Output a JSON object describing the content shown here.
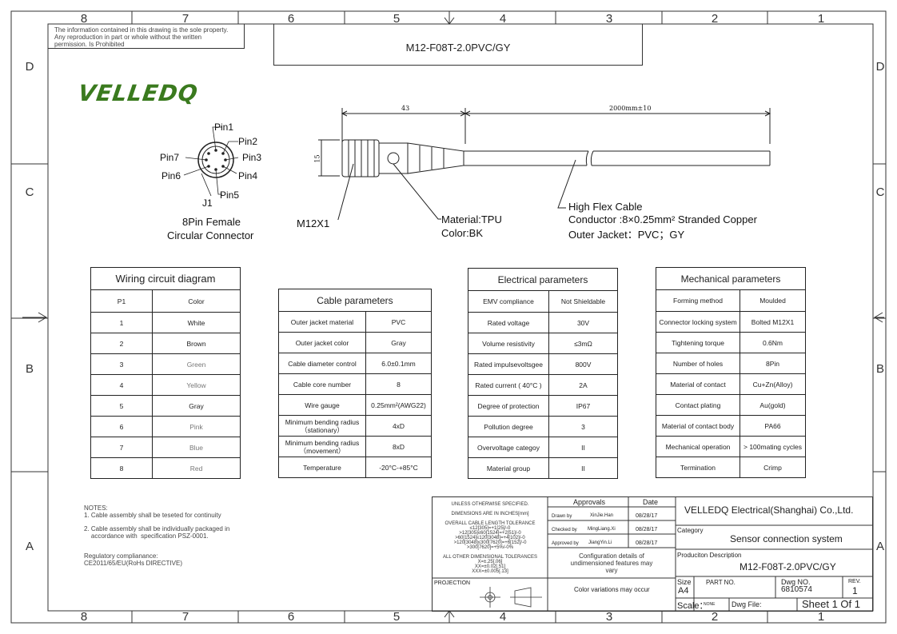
{
  "border": {
    "columns": [
      "8",
      "7",
      "6",
      "5",
      "4",
      "3",
      "2",
      "1"
    ],
    "rows": [
      "D",
      "C",
      "B",
      "A"
    ]
  },
  "notice": "The information contained in this drawing is the sole property.  Any reproduction in part or whole without the written permission. Is Prohibited",
  "part_title": "M12-F08T-2.0PVC/GY",
  "logo_text": "VELLEDQ",
  "connector": {
    "pins": [
      "Pin1",
      "Pin2",
      "Pin3",
      "Pin4",
      "Pin5",
      "Pin6",
      "Pin7"
    ],
    "ref": "J1",
    "caption_line1": "8Pin Female",
    "caption_line2": "Circular Connector"
  },
  "drawing": {
    "dim_length": "43",
    "dim_cable": "2000mm±10",
    "dim_height": "15",
    "label_connector": "M12X1",
    "label_material": "Material:TPU",
    "label_color": "Color:BK",
    "cable_title": "High Flex Cable",
    "cable_conductor": "Conductor :8×0.25mm² Stranded Copper",
    "cable_jacket": "Outer Jacket：PVC；GY"
  },
  "wiring": {
    "title": "Wiring circuit diagram",
    "headers": [
      "P1",
      "Color"
    ],
    "rows": [
      [
        "1",
        "White"
      ],
      [
        "2",
        "Brown"
      ],
      [
        "3",
        "Green"
      ],
      [
        "4",
        "Yellow"
      ],
      [
        "5",
        "Gray"
      ],
      [
        "6",
        "Pink"
      ],
      [
        "7",
        "Blue"
      ],
      [
        "8",
        "Red"
      ]
    ]
  },
  "cable_params": {
    "title": "Cable parameters",
    "rows": [
      [
        "Outer jacket material",
        "PVC"
      ],
      [
        "Outer jacket color",
        "Gray"
      ],
      [
        "Cable diameter control",
        "6.0±0.1mm"
      ],
      [
        "Cable core number",
        "8"
      ],
      [
        "Wire gauge",
        "0.25mm²(AWG22)"
      ],
      [
        "Minimum bending radius（stationary）",
        "4xD"
      ],
      [
        "Minimum bending radius（movement）",
        "8xD"
      ],
      [
        "Temperature",
        "-20°C-+85°C"
      ]
    ]
  },
  "electrical": {
    "title": "Electrical parameters",
    "rows": [
      [
        "EMV compliance",
        "Not Shieldable"
      ],
      [
        "Rated voltage",
        "30V"
      ],
      [
        "Volume resistivity",
        "≤3mΩ"
      ],
      [
        "Rated impulsevoltsgee",
        "800V"
      ],
      [
        "Rated current ( 40°C )",
        "2A"
      ],
      [
        "Degree of protection",
        "IP67"
      ],
      [
        "Pollution degree",
        "3"
      ],
      [
        "Overvoltage categoy",
        "II"
      ],
      [
        "Material group",
        "II"
      ]
    ]
  },
  "mechanical": {
    "title": "Mechanical parameters",
    "rows": [
      [
        "Forming method",
        "Moulded"
      ],
      [
        "Connector locking system",
        "Bolted M12X1"
      ],
      [
        "Tightening torque",
        "0.6Nm"
      ],
      [
        "Number of holes",
        "8Pin"
      ],
      [
        "Material of contact",
        "Cu+Zn(Alloy)"
      ],
      [
        "Contact plating",
        "Au(gold)"
      ],
      [
        "Material of contact body",
        "PA66"
      ],
      [
        "Mechanical operation",
        "> 100mating cycles"
      ],
      [
        "Termination",
        "Crimp"
      ]
    ]
  },
  "notes": {
    "heading": "NOTES:",
    "lines": [
      "1. Cable assembly shall be teseted for continuity",
      "2. Cable assembly shall be individually packaged in",
      "    accordance with  specification PSZ-0001."
    ],
    "regulatory_heading": "Regulatory complianance:",
    "regulatory": "CE2011/65/EU(RoHs DIRECTIVE)"
  },
  "title_block": {
    "unless": "UNLESS OTHERWISE SPECIFIED.",
    "dimensions": "DIMENSIONS ARE IN INCHES[mm]",
    "tolerance_heading": "OVERALL CABLE LENGTH TOLERANCE",
    "tolerance_lines": [
      "≤12[305]=+1[25]/-0",
      ">12[305]≤60[1524]=+2[51]/-0",
      ">60[1524]≤120[3048]=+4[102]/-0",
      ">120[3048]≤300[7620]=+6[152]/-0",
      ">300[7620]=+5%/-0%"
    ],
    "other_tol_heading": "ALL OTHER DIMENSIONAL TOLERANCES",
    "other_tol_lines": [
      "X=±.25[.06]",
      "XX=±0.02[.51]",
      "XXX=±0.005[.13]"
    ],
    "projection": "PROJECTION",
    "approvals": "Approvals",
    "date": "Date",
    "approval_rows": [
      [
        "Drawn by",
        "XinJie.Han",
        "08/28/17"
      ],
      [
        "Checked by",
        "MingLiang.Xi",
        "08/28/17"
      ],
      [
        "Approved by",
        "JiangYin.Li",
        "08/28/17"
      ]
    ],
    "config_note": "Configuration details of undimensioned features may vary",
    "color_note": "Color variations may occur",
    "company": "VELLEDQ Electrical(Shanghai) Co.,Ltd.",
    "category_label": "Category",
    "category": "Sensor connection system",
    "production_label": "Produciton Description",
    "production": "M12-F08T-2.0PVC/GY",
    "size_label": "Size",
    "size": "A4",
    "part_no_label": "PART NO.",
    "dwg_no_label": "Dwg NO.",
    "dwg_no": "6810574",
    "rev_label": "REV.",
    "rev": "1",
    "scale_label": "Scale：",
    "scale": "NONE",
    "dwg_file_label": "Dwg File:",
    "sheet": "Sheet 1 Of 1"
  }
}
